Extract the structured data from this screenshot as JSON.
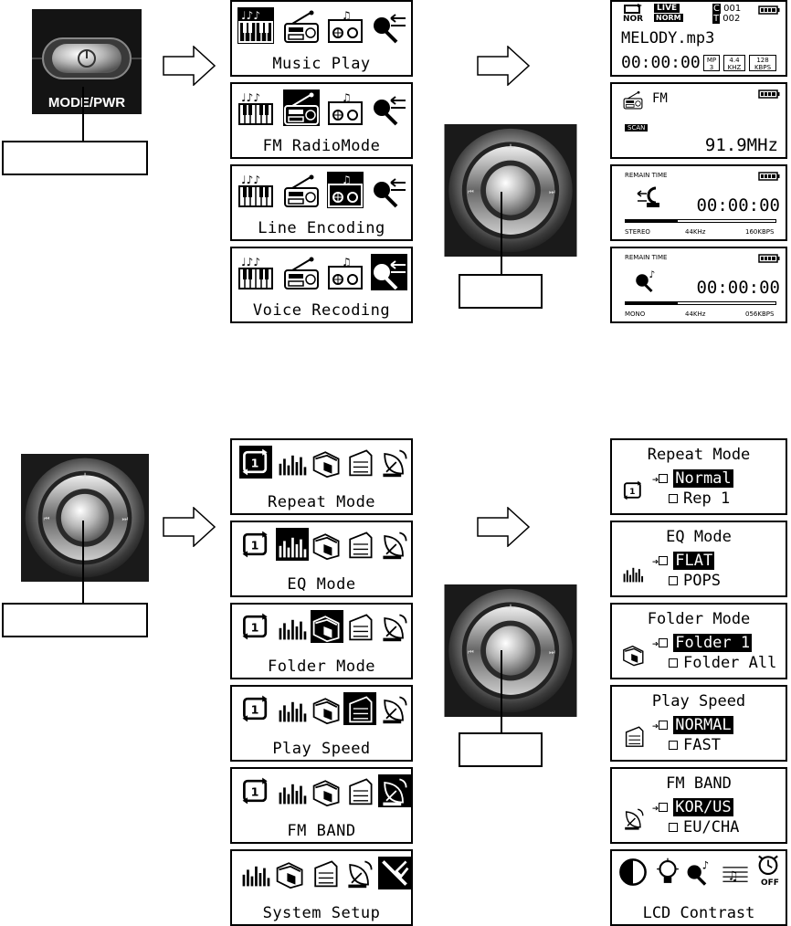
{
  "mode_pwr": {
    "label": "MODE/PWR"
  },
  "mode_menu": [
    {
      "label": "Music Play"
    },
    {
      "label": "FM RadioMode"
    },
    {
      "label": "Line Encoding"
    },
    {
      "label": "Voice Recoding"
    }
  ],
  "music_screen": {
    "repeat_tag": "NOR",
    "live_tag": "LIVE",
    "norm_tag": "NORM",
    "track_c": "001",
    "track_t": "002",
    "filename": "MELODY.mp3",
    "time": "00:00:00",
    "fmt": "MP 3",
    "khz": "4.4 KHZ",
    "kbps": "128 KBPS"
  },
  "fm_screen": {
    "label": "FM",
    "scan": "SCAN",
    "freq": "91.9MHz"
  },
  "line_screen": {
    "remain": "REMAIN TIME",
    "time": "00:00:00",
    "ch": "STEREO",
    "khz": "44KHz",
    "kbps": "160KBPS"
  },
  "voice_screen": {
    "remain": "REMAIN TIME",
    "time": "00:00:00",
    "ch": "MONO",
    "khz": "44KHz",
    "kbps": "056KBPS"
  },
  "settings_menu": [
    {
      "label": "Repeat Mode"
    },
    {
      "label": "EQ Mode"
    },
    {
      "label": "Folder Mode"
    },
    {
      "label": "Play Speed"
    },
    {
      "label": "FM BAND"
    },
    {
      "label": "System Setup"
    }
  ],
  "settings_screens": [
    {
      "title": "Repeat Mode",
      "selected": "Normal",
      "other": "Rep 1"
    },
    {
      "title": "EQ Mode",
      "selected": "FLAT",
      "other": "POPS"
    },
    {
      "title": "Folder Mode",
      "selected": "Folder 1",
      "other": "Folder All"
    },
    {
      "title": "Play Speed",
      "selected": "NORMAL",
      "other": "FAST"
    },
    {
      "title": "FM BAND",
      "selected": "KOR/US",
      "other": "EU/CHA"
    }
  ],
  "system_screen": {
    "title": "LCD Contrast",
    "off": "OFF"
  }
}
